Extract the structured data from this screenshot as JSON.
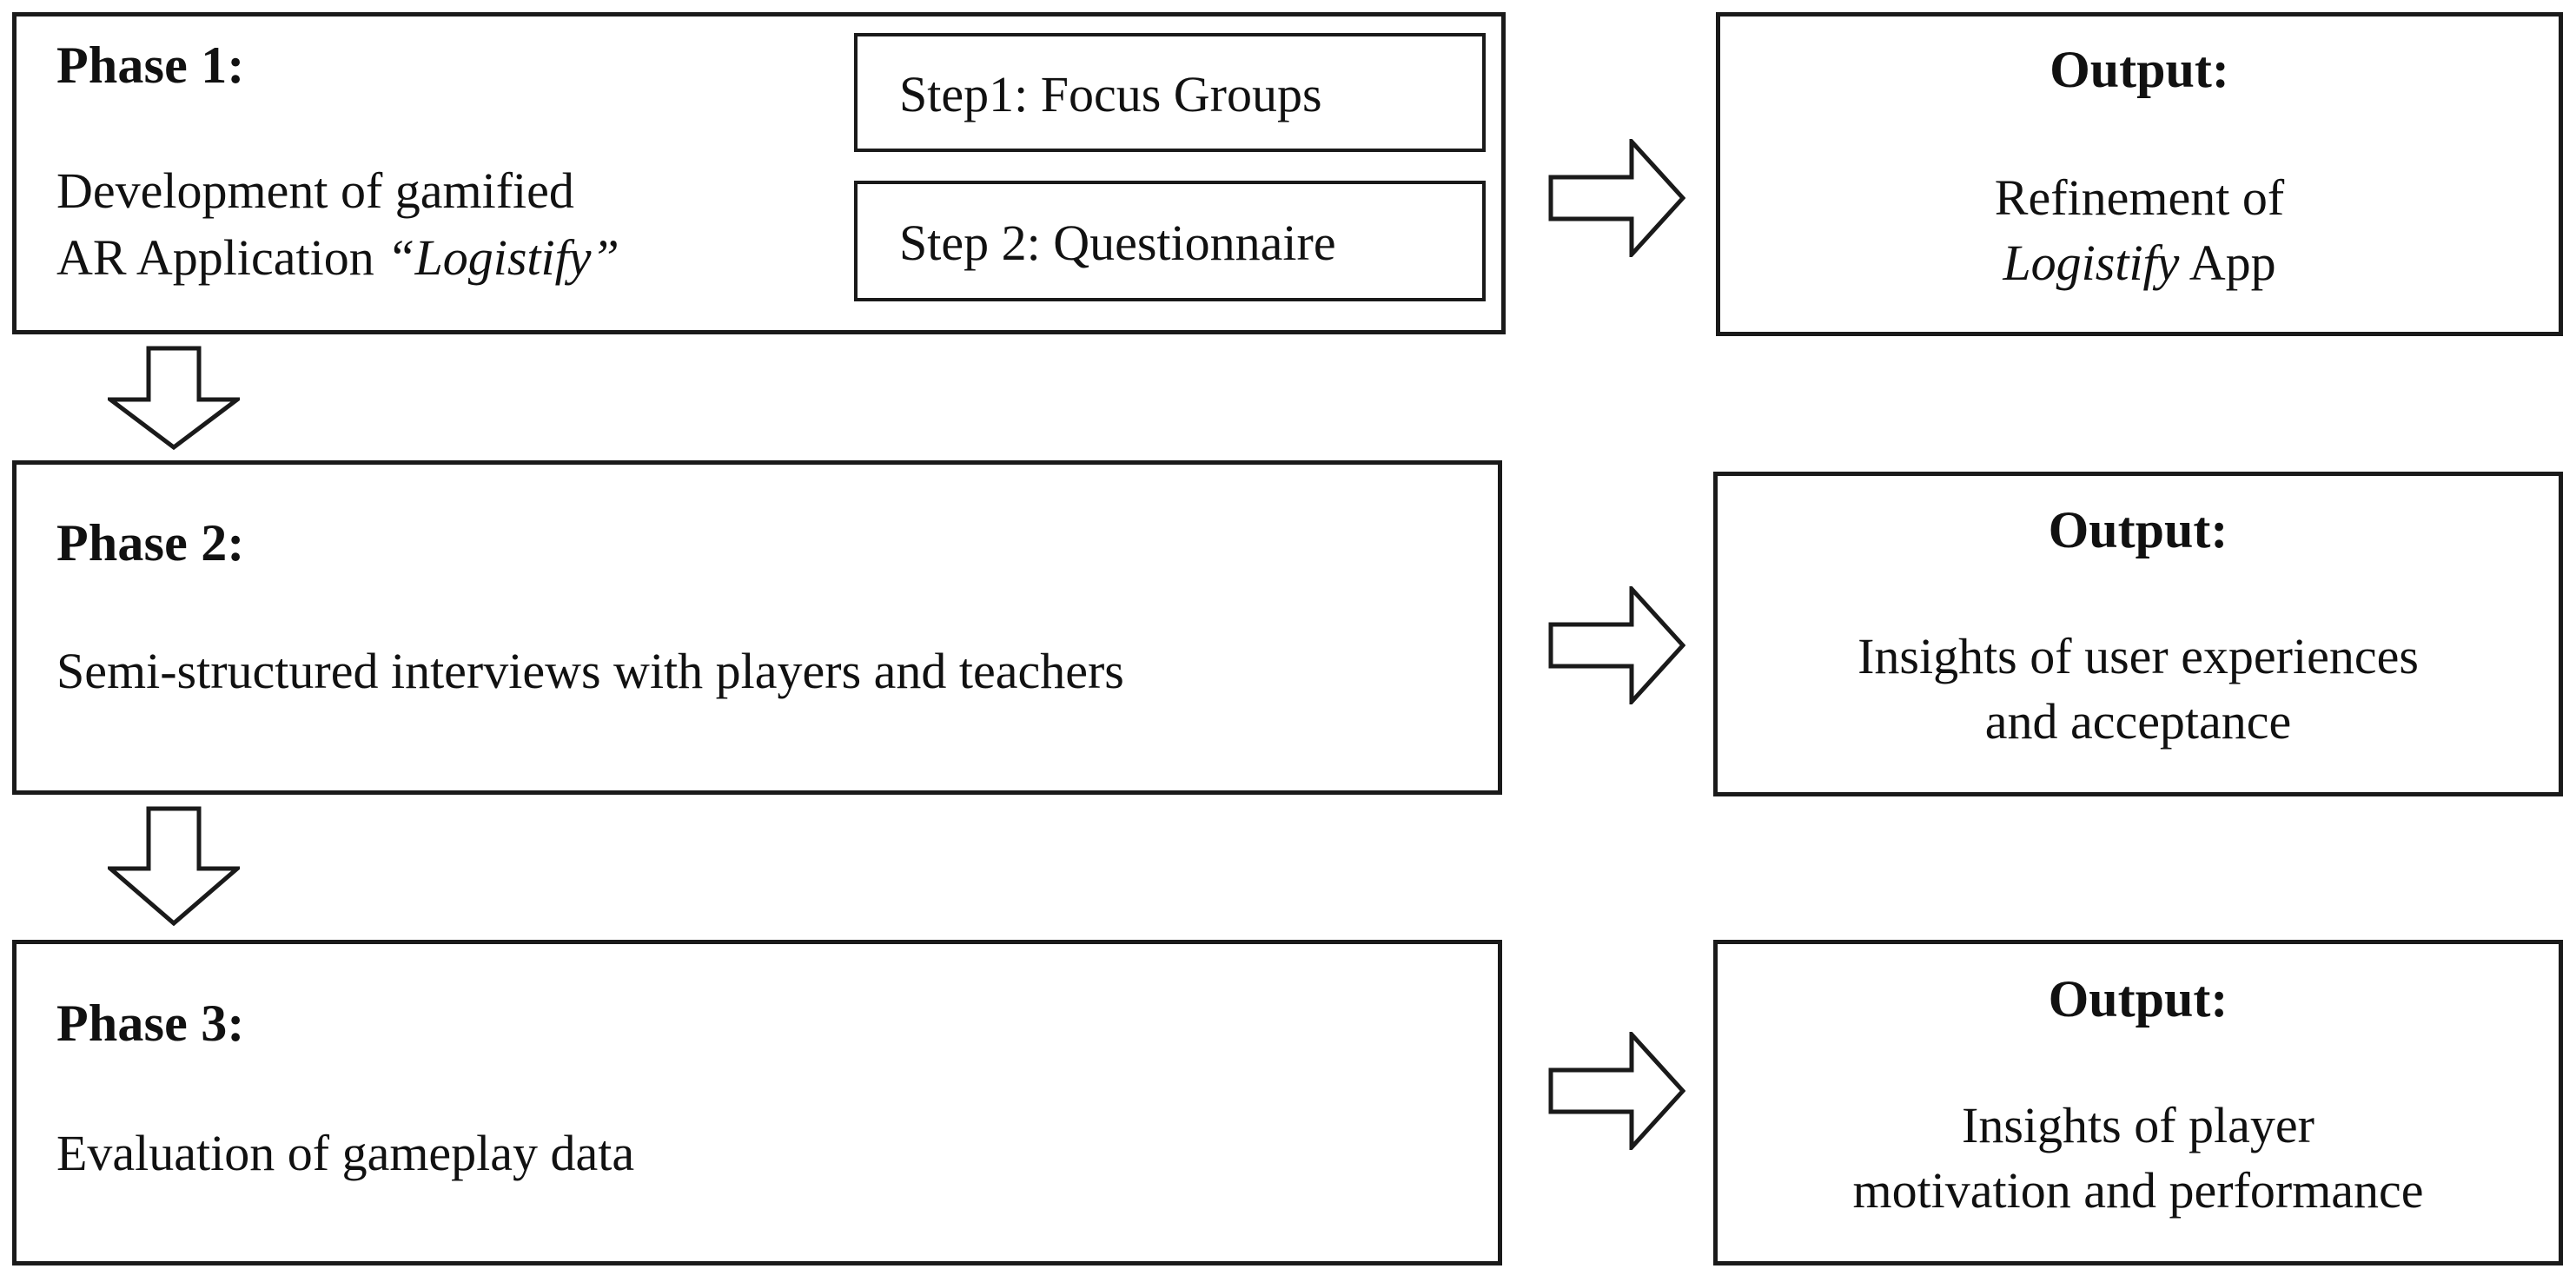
{
  "diagram": {
    "title": "Three-phase research methodology flow",
    "accent_color": "#1a1a1a",
    "background_color": "#ffffff"
  },
  "phases": [
    {
      "id": "phase1",
      "title": "Phase 1:",
      "body_line1": "Development of gamified",
      "body_line2_plain": "AR Application ",
      "body_line2_italic": "“Logistify”",
      "steps": [
        {
          "label": "Step1: Focus Groups"
        },
        {
          "label": "Step 2: Questionnaire"
        }
      ]
    },
    {
      "id": "phase2",
      "title": "Phase 2:",
      "body": "Semi-structured interviews with players and teachers"
    },
    {
      "id": "phase3",
      "title": "Phase 3:",
      "body": "Evaluation of gameplay data"
    }
  ],
  "outputs": [
    {
      "id": "output1",
      "title": "Output:",
      "body_line1": "Refinement of",
      "body_line2_italic": "Logistify",
      "body_line2_plain": " App"
    },
    {
      "id": "output2",
      "title": "Output:",
      "body": "Insights of user experiences\nand acceptance"
    },
    {
      "id": "output3",
      "title": "Output:",
      "body": "Insights of player\nmotivation and performance"
    }
  ],
  "arrows": {
    "down_1": "down-arrow",
    "down_2": "down-arrow",
    "right_1": "right-arrow",
    "right_2": "right-arrow",
    "right_3": "right-arrow"
  }
}
